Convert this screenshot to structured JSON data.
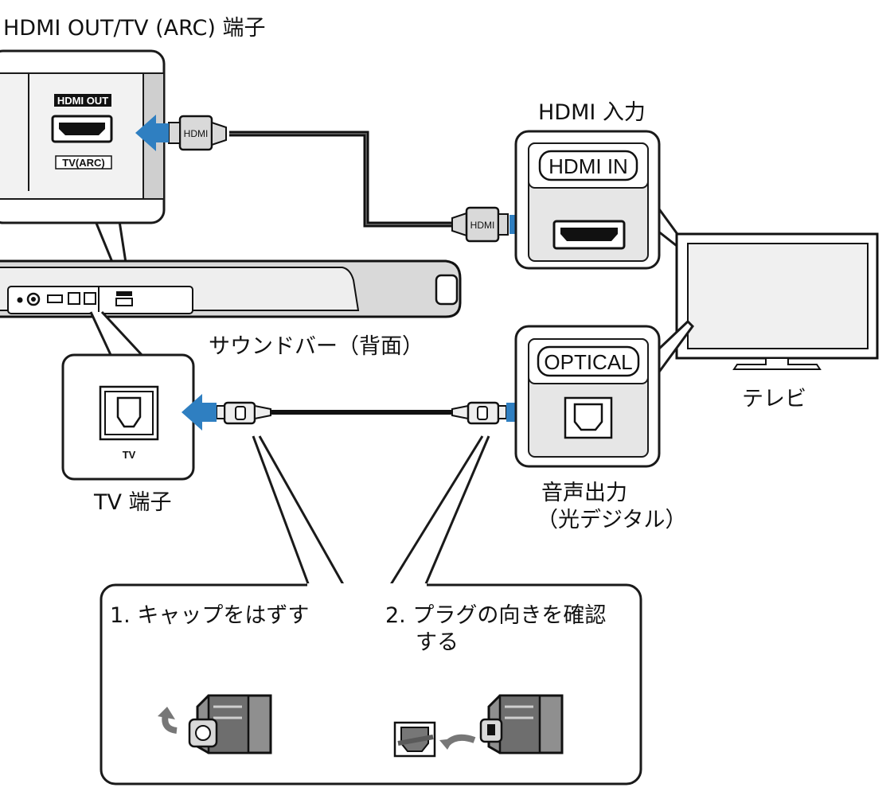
{
  "labels": {
    "hdmi_out_terminal": "HDMI OUT/TV (ARC) 端子",
    "hdmi_input": "HDMI 入力",
    "soundbar_rear": "サウンドバー（背面）",
    "tv_terminal": "TV 端子",
    "tv": "テレビ",
    "audio_out_line1": "音声出力",
    "audio_out_line2": "（光デジタル）"
  },
  "panels": {
    "soundbar_hdmi_badge": "HDMI OUT",
    "soundbar_hdmi_sub": "TV(ARC)",
    "tv_hdmi_header": "HDMI IN",
    "tv_optical_header": "OPTICAL",
    "soundbar_optical_label": "TV"
  },
  "cables": {
    "hdmi_plug_text": "HDMI"
  },
  "steps": {
    "step1": "1. キャップをはずす",
    "step2_line1": "2. プラグの向きを確認",
    "step2_line2": "する"
  },
  "colors": {
    "arrow": "#2f7fc1",
    "outline": "#1a1a1a",
    "panel_fill": "#e6e6e6",
    "body_fill": "#f2f2f2"
  }
}
